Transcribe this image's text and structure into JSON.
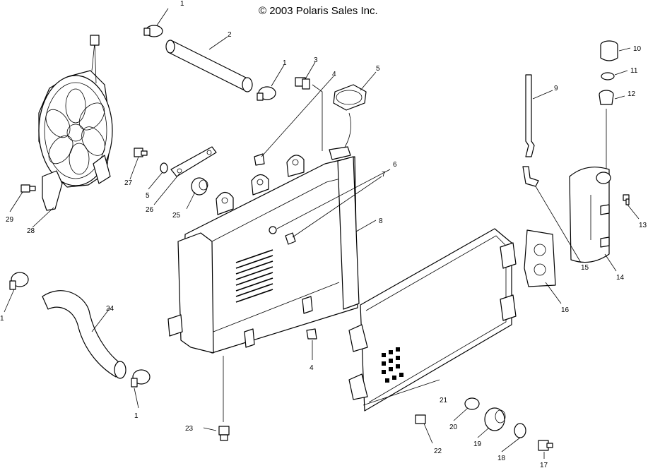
{
  "copyright": "© 2003 Polaris Sales Inc.",
  "callouts": [
    {
      "id": "c1a",
      "text": "1"
    },
    {
      "id": "c2",
      "text": "2"
    },
    {
      "id": "c1b",
      "text": "1"
    },
    {
      "id": "c3",
      "text": "3"
    },
    {
      "id": "c4a",
      "text": "4"
    },
    {
      "id": "c5a",
      "text": "5"
    },
    {
      "id": "c6",
      "text": "6"
    },
    {
      "id": "c7",
      "text": "7"
    },
    {
      "id": "c8",
      "text": "8"
    },
    {
      "id": "c9",
      "text": "9"
    },
    {
      "id": "c10",
      "text": "10"
    },
    {
      "id": "c11",
      "text": "11"
    },
    {
      "id": "c12",
      "text": "12"
    },
    {
      "id": "c13",
      "text": "13"
    },
    {
      "id": "c14",
      "text": "14"
    },
    {
      "id": "c15",
      "text": "15"
    },
    {
      "id": "c16",
      "text": "16"
    },
    {
      "id": "c17",
      "text": "17"
    },
    {
      "id": "c18",
      "text": "18"
    },
    {
      "id": "c19",
      "text": "19"
    },
    {
      "id": "c20",
      "text": "20"
    },
    {
      "id": "c21",
      "text": "21"
    },
    {
      "id": "c22",
      "text": "22"
    },
    {
      "id": "c23",
      "text": "23"
    },
    {
      "id": "c24",
      "text": "24"
    },
    {
      "id": "c25",
      "text": "25"
    },
    {
      "id": "c26",
      "text": "26"
    },
    {
      "id": "c27",
      "text": "27"
    },
    {
      "id": "c5b",
      "text": "5"
    },
    {
      "id": "c28",
      "text": "28"
    },
    {
      "id": "c29",
      "text": "29"
    },
    {
      "id": "c1c",
      "text": "1"
    },
    {
      "id": "c1d",
      "text": "1"
    },
    {
      "id": "c4b",
      "text": "4"
    }
  ]
}
